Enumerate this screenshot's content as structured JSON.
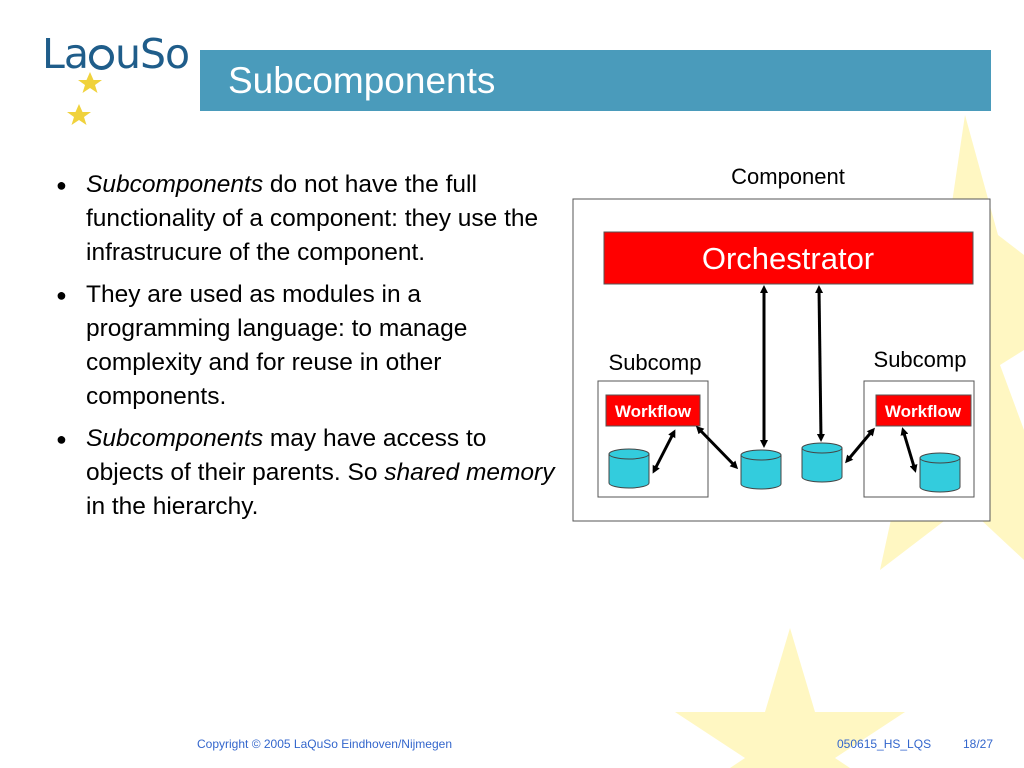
{
  "header": {
    "logo_left": "La",
    "logo_right": "uSo",
    "title": "Subcomponents"
  },
  "bullets": [
    {
      "italic": "Subcomponents",
      "text": " do not have the full functionality of a component: they use the infrastrucure of the component."
    },
    {
      "text": "They are used as modules in a programming language: to manage complexity and for reuse in other components."
    },
    {
      "italic": "Subcomponents",
      "text": " may have access to objects of their parents. So ",
      "italic2": "shared memory",
      "text2": " in the hierarchy."
    }
  ],
  "diagram": {
    "component_label": "Component",
    "orchestrator_label": "Orchestrator",
    "subcomp_left_label": "Subcomp",
    "subcomp_right_label": "Subcomp",
    "workflow_left_label": "Workflow",
    "workflow_right_label": "Workflow"
  },
  "colors": {
    "title_bar": "#4a9bbb",
    "orchestrator": "#ff0000",
    "database": "#33ccdd",
    "star": "#fff7c2",
    "logo": "#1f5d8a",
    "footer": "#3366cc"
  },
  "footer": {
    "copyright": "Copyright © 2005 LaQuSo Eindhoven/Nijmegen",
    "doc_id": "050615_HS_LQS",
    "page": "18/27"
  }
}
